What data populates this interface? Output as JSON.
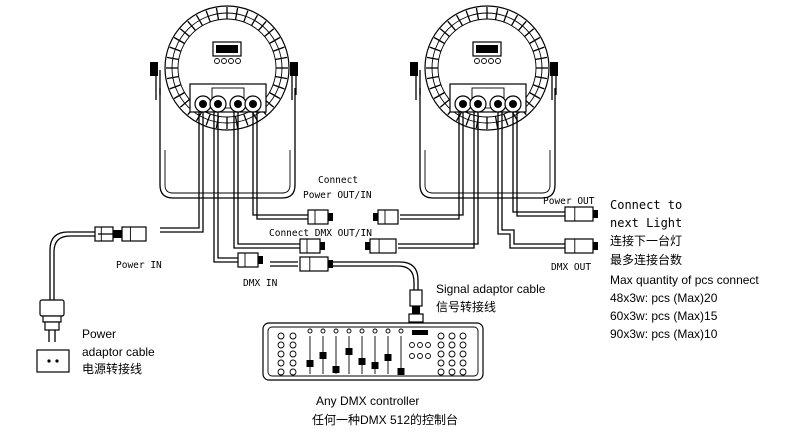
{
  "labels": {
    "connect_power": "Connect",
    "power_out_in": "Power OUT/IN",
    "connect_dmx": "Connect DMX OUT/IN",
    "power_in": "Power IN",
    "dmx_in": "DMX IN",
    "power_out": "Power OUT",
    "dmx_out": "DMX OUT",
    "connect_next_1": "Connect to",
    "connect_next_2": "next Light",
    "connect_next_cn": "连接下一台灯",
    "max_cn": "最多连接台数",
    "max_qty": "Max quantity of pcs connect",
    "qty_48": "48x3w:  pcs (Max)20",
    "qty_60": "60x3w:  pcs (Max)15",
    "qty_90": "90x3w:  pcs (Max)10",
    "signal_adaptor": "Signal adaptor cable",
    "signal_adaptor_cn": "信号转接线",
    "power_adaptor_1": "Power",
    "power_adaptor_2": "adaptor cable",
    "power_adaptor_cn": "电源转接线",
    "controller": "Any DMX controller",
    "controller_cn": "任何一种DMX 512的控制台"
  }
}
